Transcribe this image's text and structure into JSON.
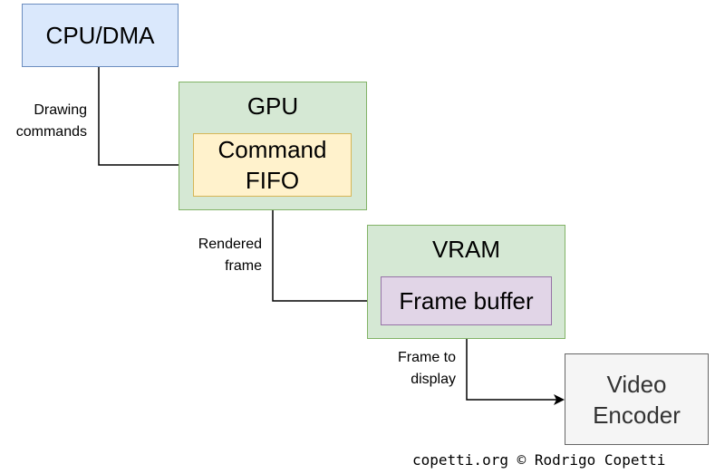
{
  "nodes": {
    "cpu": {
      "label": "CPU/DMA",
      "fill": "#dae8fc",
      "stroke": "#6c8ebf"
    },
    "gpu": {
      "label": "GPU",
      "fill": "#d5e8d4",
      "stroke": "#82b366",
      "child": {
        "line1": "Command",
        "line2": "FIFO",
        "fill": "#fff2cc",
        "stroke": "#d6b656"
      }
    },
    "vram": {
      "label": "VRAM",
      "fill": "#d5e8d4",
      "stroke": "#82b366",
      "child": {
        "label": "Frame buffer",
        "fill": "#e1d5e7",
        "stroke": "#9673a6"
      }
    },
    "video_encoder": {
      "line1": "Video",
      "line2": "Encoder",
      "fill": "#f5f5f5",
      "stroke": "#666666"
    }
  },
  "edges": {
    "drawing_commands": {
      "line1": "Drawing",
      "line2": "commands"
    },
    "rendered_frame": {
      "line1": "Rendered",
      "line2": "frame"
    },
    "frame_to_display": {
      "line1": "Frame to",
      "line2": "display"
    }
  },
  "credit": "copetti.org © Rodrigo Copetti"
}
